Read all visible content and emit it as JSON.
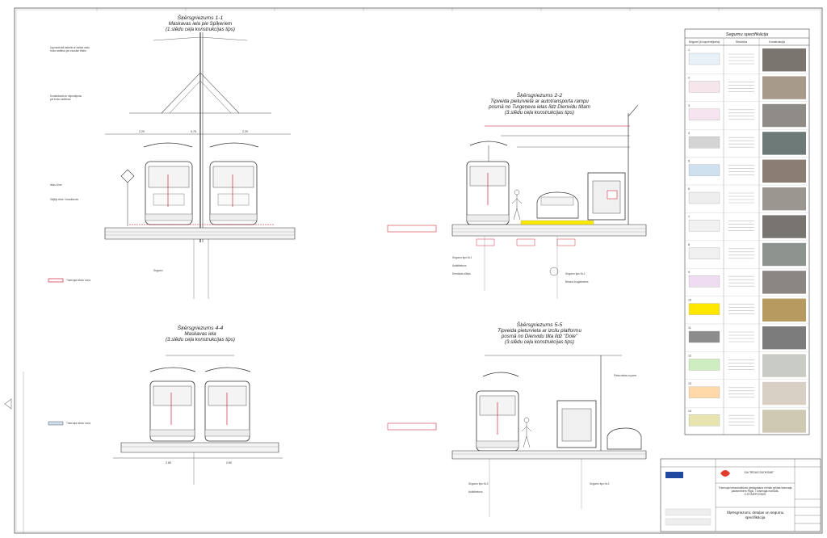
{
  "sections": {
    "s1": {
      "title": "Šķērsgriezums 1-1",
      "sub1": "Maskavas iela pie Spīķeriem",
      "sub2": "(1.slēdu ceļa konstrukcijas tips)"
    },
    "s2": {
      "title": "Šķērsgriezums 2-2",
      "sub1": "Tipveida pieturvieta ar autotransporta rampu",
      "sub2": "posmā no Turgeņeva ielas līdz Dienvidu tiltam",
      "sub3": "(3.slēdu ceļa konstrukcijas tips)"
    },
    "s4": {
      "title": "Šķērsgriezums 4-4",
      "sub1": "Maskavas iela",
      "sub2": "(3.slēdu ceļa konstrukcijas tips)"
    },
    "s5": {
      "title": "Šķērsgriezums 5-5",
      "sub1": "Tipveida pieturvieta ar izcilu platformu",
      "sub2": "posmā no Dienvidu tilta līdz \"Dole\"",
      "sub3": "(3.slēdu ceļa konstrukcijas tips)"
    }
  },
  "legend": {
    "title": "Segumu specifikācija",
    "col1": "Segumi (kr.apzīmējums)",
    "col2": "Struktūra",
    "col3": "Konstrukcija",
    "rows": [
      {
        "num": "1",
        "color": "#e8f0f8"
      },
      {
        "num": "2",
        "color": "#f4e6ea"
      },
      {
        "num": "3",
        "color": "#f6e4f0"
      },
      {
        "num": "4",
        "color": "#d4d4d4"
      },
      {
        "num": "5",
        "color": "#cfe0ee"
      },
      {
        "num": "6",
        "color": "#eeeeee"
      },
      {
        "num": "7",
        "color": "#f1f1f1"
      },
      {
        "num": "8",
        "color": "#f0f0f0"
      },
      {
        "num": "9",
        "color": "#eeddf0"
      },
      {
        "num": "10",
        "color": "#ffe800"
      },
      {
        "num": "11",
        "color": "#8c8c8c"
      },
      {
        "num": "12",
        "color": "#cfeec0"
      },
      {
        "num": "13",
        "color": "#ffd9a8"
      },
      {
        "num": "14",
        "color": "#e8e4b0"
      }
    ]
  },
  "titleblock": {
    "company": "SIA \"RĪGAS SATIKSME\"",
    "project": "Tramvaja infrastruktūras pielāgošana zemās grīdas tramvaja parametriem Rīgā, 7.tramvaja maršuts,",
    "stage": "2.STARPOSMS",
    "sheet_title": "Šķērsgriezumi, detaļas un segumu specifikācija"
  },
  "colors": {
    "line": "#333333",
    "red": "#d0021b",
    "light": "#9a9a9a"
  }
}
